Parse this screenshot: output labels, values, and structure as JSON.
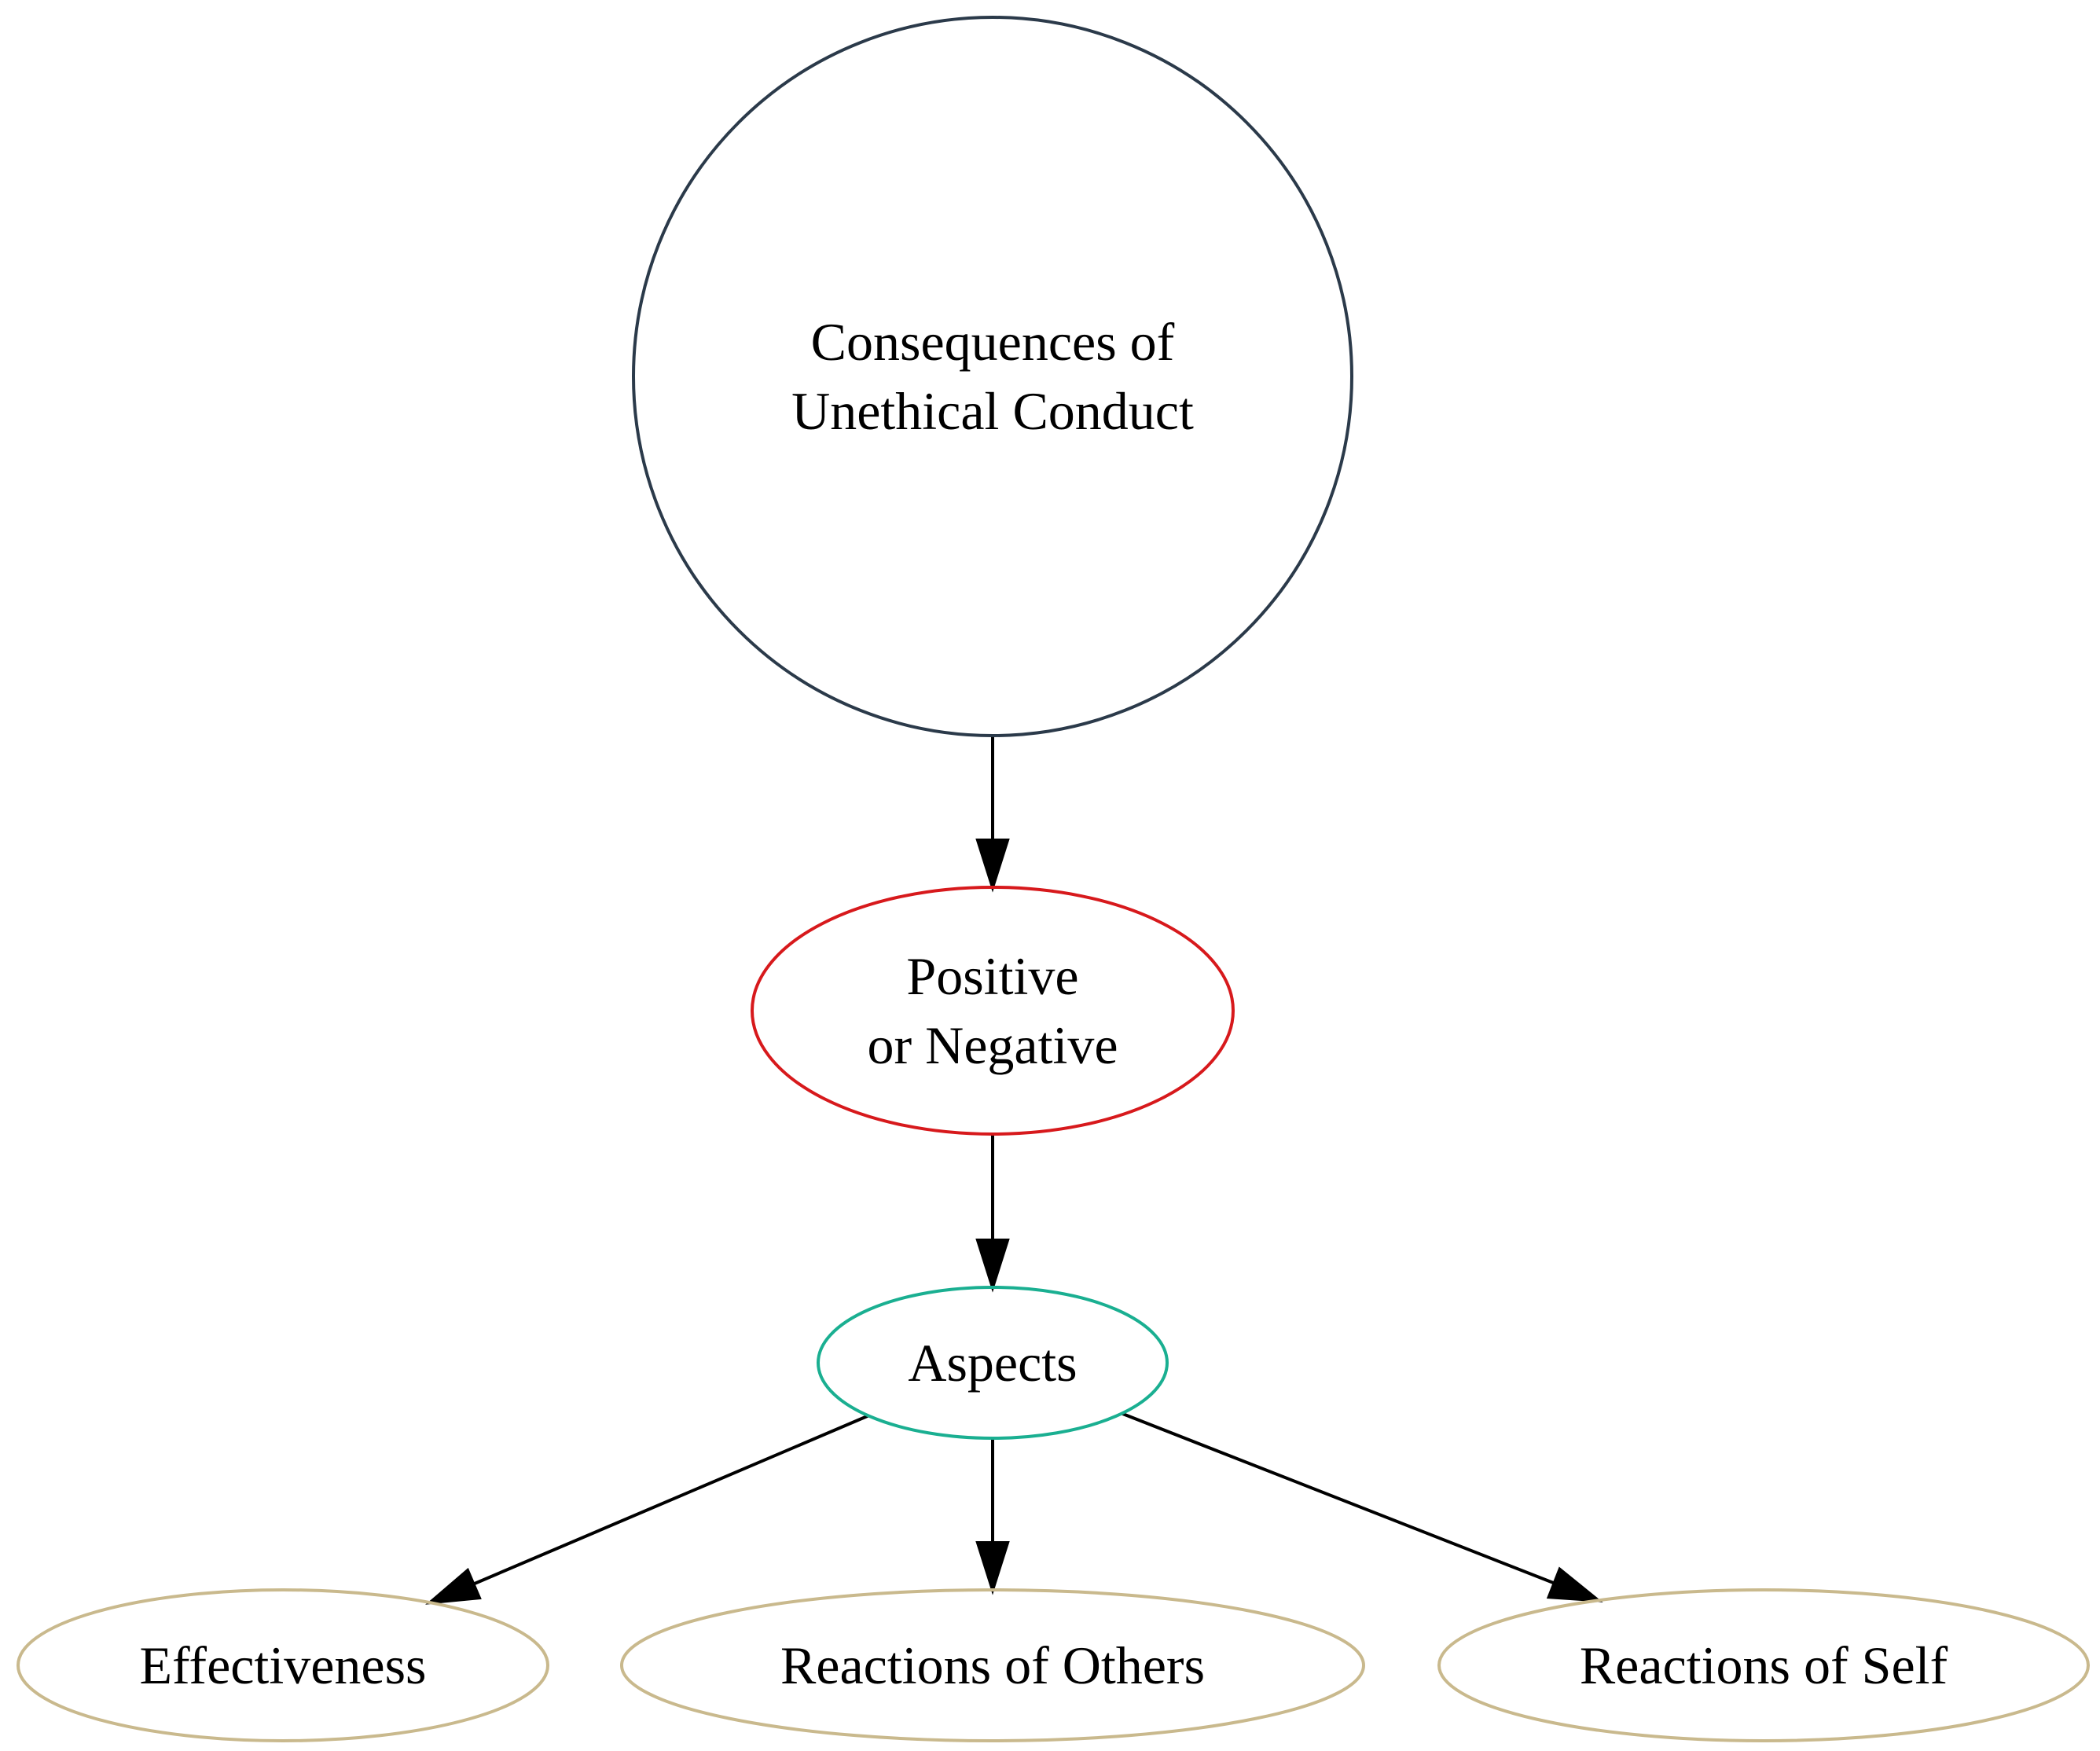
{
  "diagram": {
    "nodes": [
      {
        "id": "consequences",
        "lines": [
          "Consequences of",
          "Unethical Conduct"
        ],
        "shape": "circle",
        "color": "#2b3a4a"
      },
      {
        "id": "positive",
        "lines": [
          "Positive",
          "or Negative"
        ],
        "shape": "ellipse",
        "color": "#d7191c"
      },
      {
        "id": "aspects",
        "lines": [
          "Aspects"
        ],
        "shape": "ellipse",
        "color": "#1aaf91"
      },
      {
        "id": "effectiveness",
        "lines": [
          "Effectiveness"
        ],
        "shape": "ellipse",
        "color": "#c9b98d"
      },
      {
        "id": "others",
        "lines": [
          "Reactions of Others"
        ],
        "shape": "ellipse",
        "color": "#c9b98d"
      },
      {
        "id": "self",
        "lines": [
          "Reactions of Self"
        ],
        "shape": "ellipse",
        "color": "#c9b98d"
      }
    ],
    "edges": [
      {
        "from": "consequences",
        "to": "positive"
      },
      {
        "from": "positive",
        "to": "aspects"
      },
      {
        "from": "aspects",
        "to": "effectiveness"
      },
      {
        "from": "aspects",
        "to": "others"
      },
      {
        "from": "aspects",
        "to": "self"
      }
    ]
  }
}
